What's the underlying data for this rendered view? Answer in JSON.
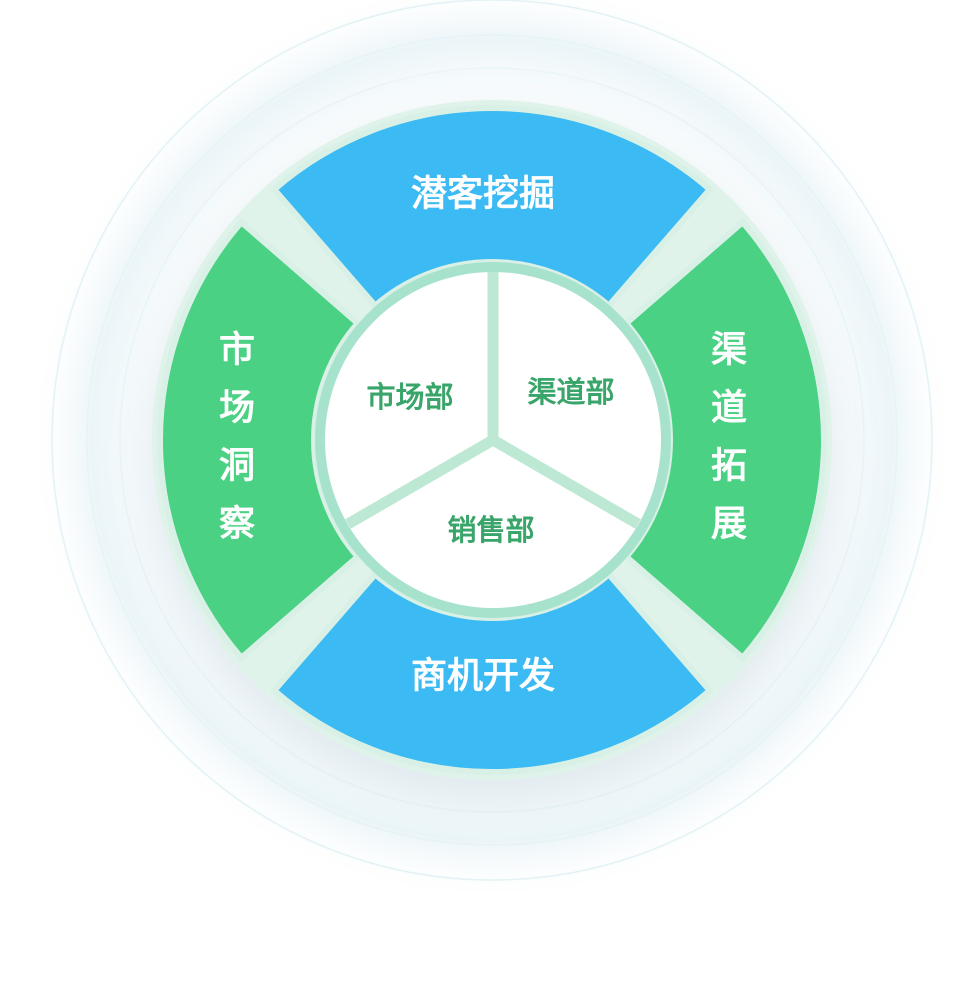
{
  "outer_ring": {
    "top": {
      "label": "潜客挖掘",
      "color": "#3bbaf3"
    },
    "right": {
      "label": "渠道拓展",
      "color": "#4ad183"
    },
    "bottom": {
      "label": "商机开发",
      "color": "#3bbaf3"
    },
    "left": {
      "label": "市场洞察",
      "color": "#4ad183"
    }
  },
  "departments": [
    {
      "label": "市场部"
    },
    {
      "label": "渠道部"
    },
    {
      "label": "销售部"
    }
  ],
  "colors": {
    "dept_text": "#3aa56a",
    "divider": "#b9e7cf",
    "inner_border": "#8fd9c1",
    "halo": "#d9f0f3"
  }
}
